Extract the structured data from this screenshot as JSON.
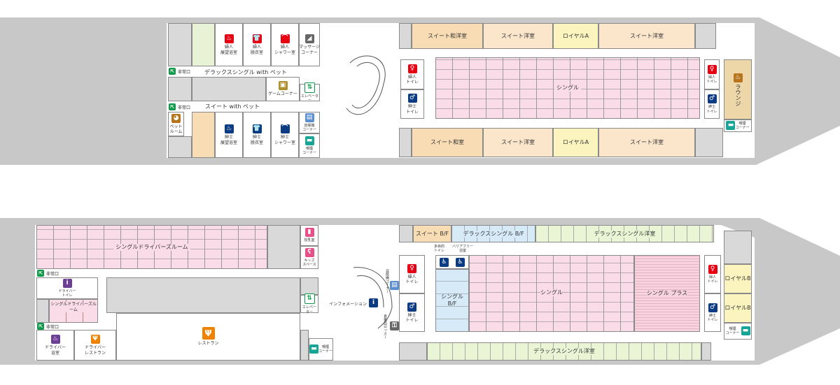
{
  "upper_deck": {
    "exit": "非常口",
    "corridor_top": "デラックスシングル with ペット",
    "corridor_bottom": "スイート with ペット",
    "women_bath": "婦人\n展望浴室",
    "women_dressing": "婦人\n脱衣室",
    "women_shower": "婦人\nシャワー室",
    "massage": "マッサージ\nコーナー",
    "game": "ゲームコーナー",
    "elevator": "エレベーター",
    "pet_room": "ペット\nルーム",
    "men_bath": "紳士\n展望浴室",
    "men_dressing": "紳士\n脱衣室",
    "men_shower": "紳士\nシャワー室",
    "vending": "自販機\nコーナー",
    "smoking": "喫煙\nコーナー",
    "top_band": [
      "スイート和洋室",
      "スイート洋室",
      "ロイヤルA",
      "スイート洋室"
    ],
    "bottom_band": [
      "スイート和室",
      "スイート洋室",
      "ロイヤルA",
      "スイート洋室"
    ],
    "women_toilet": "婦人\nトイレ",
    "men_toilet": "紳士\nトイレ",
    "single": "シングル",
    "lounge": "ラウンジ"
  },
  "lower_deck": {
    "exit": "非常口",
    "single_driver": "シングルドライバーズルーム",
    "nursing": "授乳室",
    "kids": "キッズ\nスペース",
    "driver_toilet": "ドライバー\nトイレ",
    "single_driver_small": "シングルドライバーズルーム",
    "elevator": "エレベーター",
    "driver_bath": "ドライバー\n浴室",
    "driver_restaurant": "ドライバー\nレストラン",
    "restaurant": "レストラン",
    "smoking": "喫煙\nコーナー",
    "suite_bf": "スイート B/F",
    "deluxe_single_bf": "デラックスシングル B/F",
    "deluxe_single_western": "デラックスシングル洋室",
    "multi_toilet": "多目的\nトイレ",
    "barrier_free_bath": "バリアフリー\n浴室",
    "single_bf": "シングル B/F",
    "single": "シングル",
    "single_plus": "シングル プラス",
    "women_toilet": "婦人\nトイレ",
    "men_toilet": "紳士\nトイレ",
    "vending": "自販機コーナー",
    "info": "インフォメーション",
    "lockers": "貴重品ロッカー",
    "royal_b": "ロイヤルB",
    "smoking_right": "喫煙\nコーナー"
  },
  "colors": {
    "hull": "#c8c8c8",
    "pink": "#fadbe8",
    "suite": "#f8dcb4",
    "royal": "#fbf4bf",
    "bf": "#d6eaf8",
    "deluxe": "#eaf5d6"
  }
}
